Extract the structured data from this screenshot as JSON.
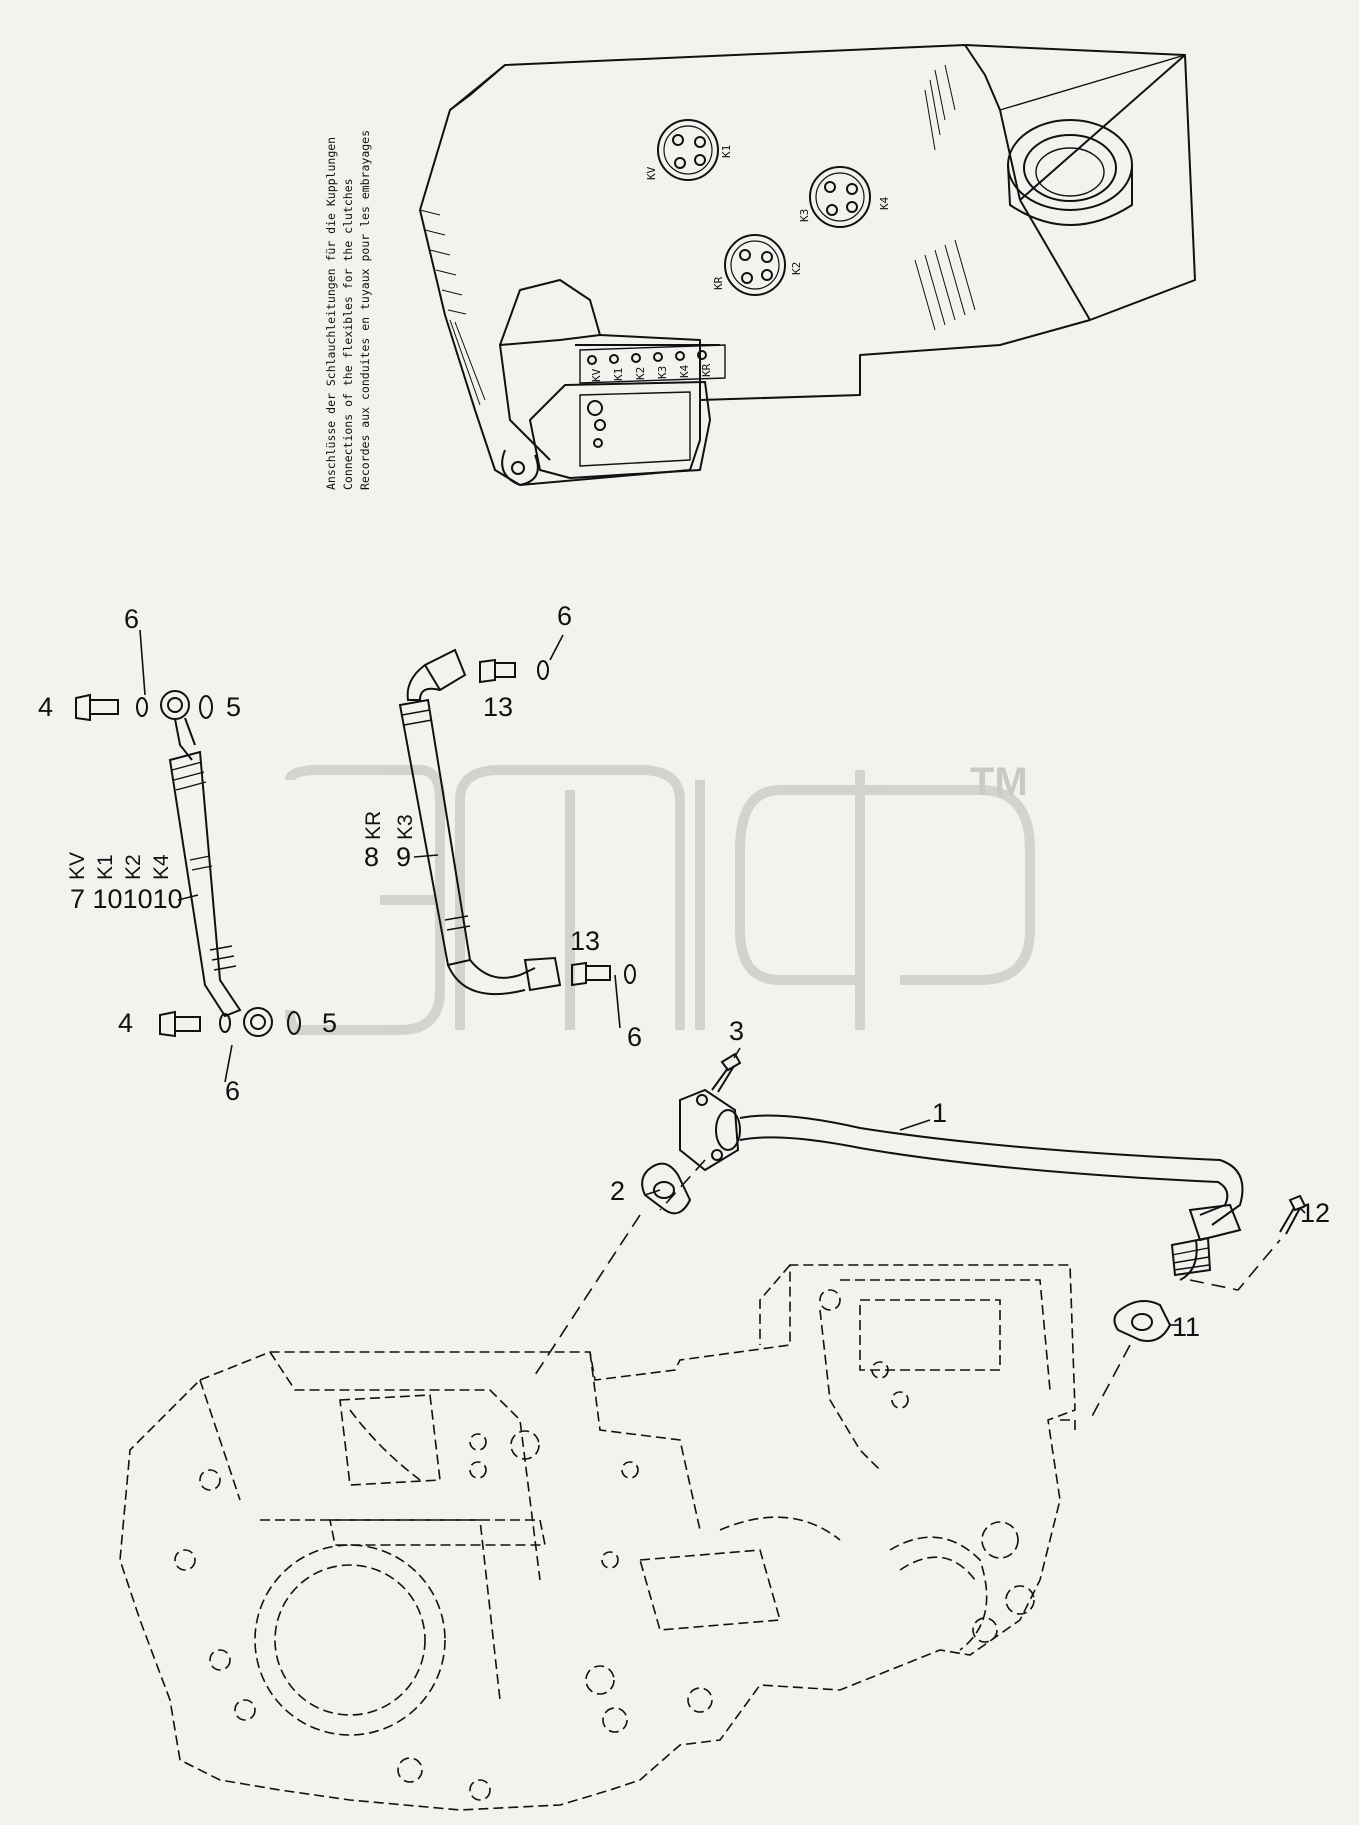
{
  "note": {
    "lines": [
      "Anschlüsse der Schlauchleitungen für die Kupplungen",
      "Connections of the flexibles for the clutches",
      "Recordes aux conduites en tuyaux pour les embrayages"
    ]
  },
  "valve_ports": {
    "group_a": [
      "KV",
      "K1"
    ],
    "group_b": [
      "K3",
      "K4"
    ],
    "group_c": [
      "KR",
      "K2"
    ],
    "side_row": [
      "KV",
      "K1",
      "K2",
      "K3",
      "K4",
      "KR"
    ]
  },
  "hose_left": {
    "codes": [
      "KV",
      "K1",
      "K2",
      "K4"
    ],
    "refs": "7 101010"
  },
  "hose_right": {
    "codes": [
      "KR",
      "K3"
    ],
    "refs": [
      "8",
      "9"
    ]
  },
  "callouts": {
    "c1": "1",
    "c2": "2",
    "c3": "3",
    "c4a": "4",
    "c4b": "4",
    "c5a": "5",
    "c5b": "5",
    "c6a": "6",
    "c6b": "6",
    "c6c": "6",
    "c6d": "6",
    "c11": "11",
    "c12": "12",
    "c13a": "13",
    "c13b": "13"
  },
  "watermark": {
    "tm": "TM"
  },
  "colors": {
    "ink": "#111111",
    "paper": "#f2f2ef",
    "watermark": "#c9c9c6"
  }
}
